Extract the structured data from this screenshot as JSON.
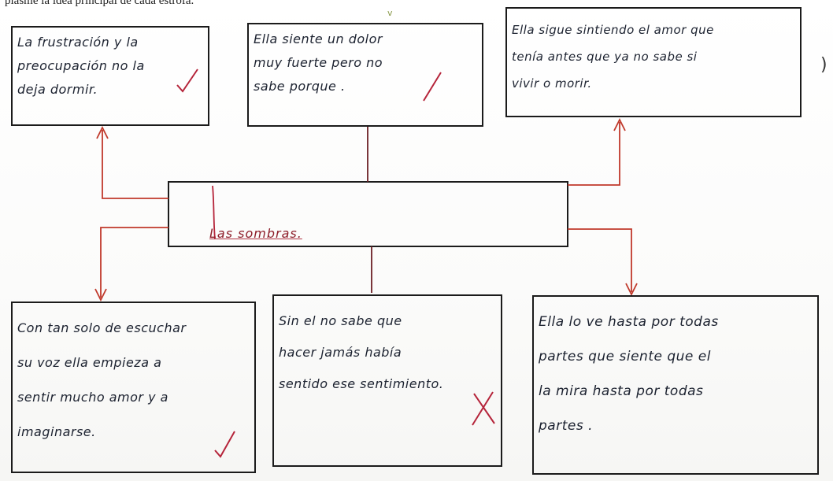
{
  "worksheet": {
    "instruction": "plasme la idea principal de cada estrofa.",
    "stray_mark": "v",
    "side_mark": ")"
  },
  "center": {
    "label": "Las sombras."
  },
  "top_boxes": [
    {
      "text": "La frustración y la\npreocupación no la\ndeja dormir."
    },
    {
      "text": "Ella siente un dolor\nmuy fuerte pero no\nsabe porque ."
    },
    {
      "text": "Ella sigue sintiendo el amor que\ntenía antes que ya no sabe si\nvivir o morir."
    }
  ],
  "bottom_boxes": [
    {
      "text": "Con tan solo de escuchar\nsu voz ella empieza a\nsentir mucho amor y a\nimaginarse."
    },
    {
      "text": "Sin el no sabe que\nhacer jamás había\nsentido ese sentimiento."
    },
    {
      "text": "Ella lo ve hasta por todas\npartes que siente que el\nla mira hasta por todas\npartes ."
    }
  ],
  "colors": {
    "ink": "#1c2230",
    "box_border": "#1b1b1b",
    "red_ink": "#b5243a",
    "connector_red": "#c0392b",
    "connector_dark": "#6b1f24"
  }
}
